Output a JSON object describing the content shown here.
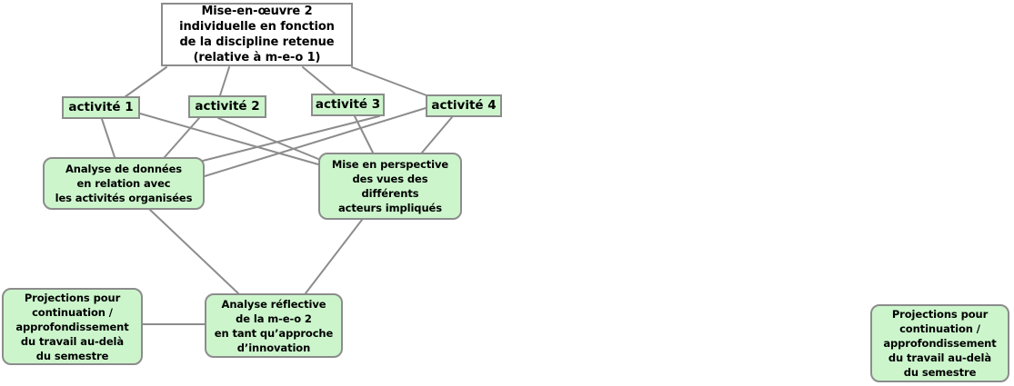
{
  "colors": {
    "node_fill": "#ccf5cc",
    "node_border": "#8c8c8c",
    "edge": "#8c8c8c",
    "root_fill": "#ffffff",
    "text": "#000000",
    "canvas_bg": "#ffffff"
  },
  "nodes": {
    "root": {
      "label": "Mise-en-œuvre 2\nindividuelle en fonction\nde la discipline retenue\n(relative à m-e-o 1)"
    },
    "activite_1": {
      "label": "activité 1"
    },
    "activite_2": {
      "label": "activité 2"
    },
    "activite_3": {
      "label": "activité 3"
    },
    "activite_4": {
      "label": "activité 4"
    },
    "analyse_donnees": {
      "label": "Analyse de données\nen relation avec\nles activités organisées"
    },
    "mise_en_perspective": {
      "label": "Mise en perspective\ndes vues des\ndifférents\nacteurs impliqués"
    },
    "projections_left": {
      "label": "Projections pour\ncontinuation /\napprofondissement\ndu travail au-delà\ndu semestre"
    },
    "analyse_reflective": {
      "label": "Analyse réflective\nde la m-e-o 2\nen tant qu’approche\nd’innovation"
    },
    "projections_right": {
      "label": "Projections pour\ncontinuation /\napprofondissement\ndu travail au-delà\ndu semestre"
    }
  },
  "edges": [
    {
      "from": "root",
      "to": "activite_1"
    },
    {
      "from": "root",
      "to": "activite_2"
    },
    {
      "from": "root",
      "to": "activite_3"
    },
    {
      "from": "root",
      "to": "activite_4"
    },
    {
      "from": "activite_1",
      "to": "analyse_donnees"
    },
    {
      "from": "activite_2",
      "to": "analyse_donnees"
    },
    {
      "from": "activite_3",
      "to": "analyse_donnees"
    },
    {
      "from": "activite_4",
      "to": "analyse_donnees"
    },
    {
      "from": "activite_1",
      "to": "mise_en_perspective"
    },
    {
      "from": "activite_2",
      "to": "mise_en_perspective"
    },
    {
      "from": "activite_3",
      "to": "mise_en_perspective"
    },
    {
      "from": "activite_4",
      "to": "mise_en_perspective"
    },
    {
      "from": "analyse_donnees",
      "to": "analyse_reflective"
    },
    {
      "from": "mise_en_perspective",
      "to": "analyse_reflective"
    },
    {
      "from": "projections_left",
      "to": "analyse_reflective"
    }
  ]
}
